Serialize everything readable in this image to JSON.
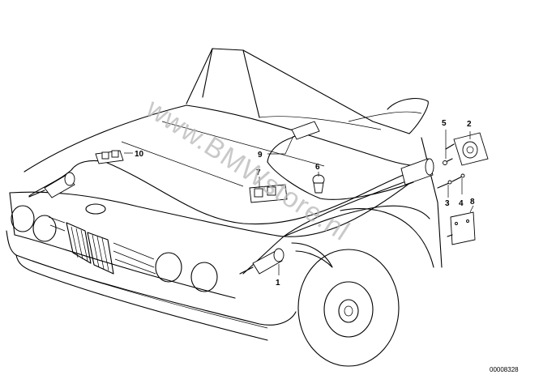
{
  "diagram": {
    "reference_number": "00008328",
    "watermark": "www.BMWstore.nl",
    "callouts": [
      {
        "id": "1",
        "label": "1"
      },
      {
        "id": "2",
        "label": "2"
      },
      {
        "id": "3",
        "label": "3"
      },
      {
        "id": "4",
        "label": "4"
      },
      {
        "id": "5",
        "label": "5"
      },
      {
        "id": "6",
        "label": "6"
      },
      {
        "id": "7",
        "label": "7"
      },
      {
        "id": "8",
        "label": "8"
      },
      {
        "id": "9",
        "label": "9"
      },
      {
        "id": "10",
        "label": "10"
      }
    ]
  }
}
